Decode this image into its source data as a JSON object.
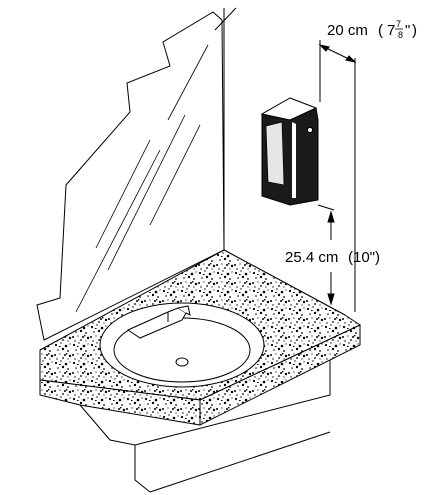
{
  "diagram": {
    "width_dimension": {
      "metric": "20 cm",
      "paren_open": "(",
      "imperial_whole": "7",
      "imperial_frac_num": "7",
      "imperial_frac_den": "8",
      "inch_mark": "\"",
      "paren_close": ")"
    },
    "height_dimension": {
      "metric": "25.4 cm",
      "imperial": "(10\")"
    }
  },
  "colors": {
    "line": "#000000",
    "background": "#ffffff",
    "dispenser_body": "#1a1a1a"
  }
}
